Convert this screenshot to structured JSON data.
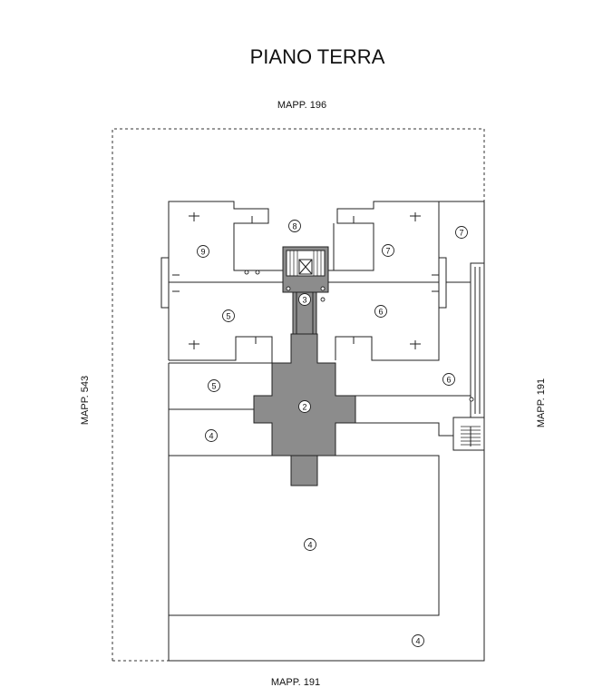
{
  "title": "PIANO TERRA",
  "neighbors": {
    "top": "MAPP. 196",
    "bottom": "MAPP. 191",
    "left": "MAPP. 543",
    "right": "MAPP. 191"
  },
  "room_markers": [
    {
      "id": "unit-9",
      "num": "9"
    },
    {
      "id": "unit-8",
      "num": "8"
    },
    {
      "id": "unit-7-upper",
      "num": "7"
    },
    {
      "id": "unit-7-right",
      "num": "7"
    },
    {
      "id": "stair-3",
      "num": "3"
    },
    {
      "id": "unit-5-upper",
      "num": "5"
    },
    {
      "id": "unit-6-upper",
      "num": "6"
    },
    {
      "id": "area-5-lower",
      "num": "5"
    },
    {
      "id": "area-6-lower",
      "num": "6"
    },
    {
      "id": "courtyard-2",
      "num": "2"
    },
    {
      "id": "area-4-left",
      "num": "4"
    },
    {
      "id": "area-4-large",
      "num": "4"
    },
    {
      "id": "area-4-bottom",
      "num": "4"
    }
  ]
}
